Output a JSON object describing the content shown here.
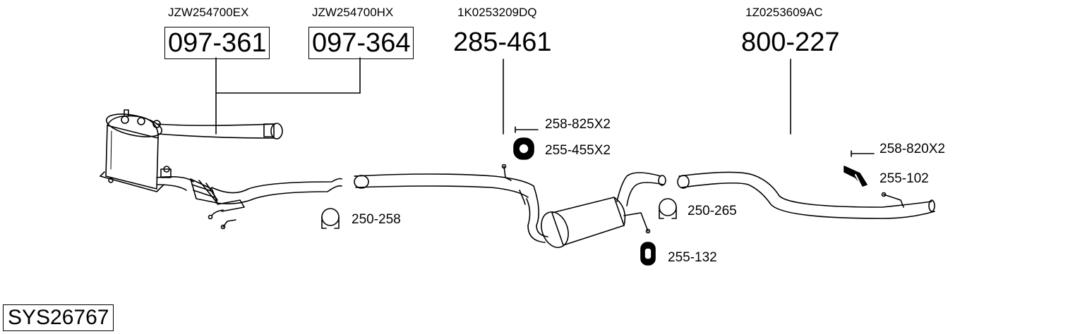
{
  "system_code": "SYS26767",
  "parts": [
    {
      "oem": "JZW254700EX",
      "number": "097-361",
      "boxed": true
    },
    {
      "oem": "JZW254700HX",
      "number": "097-364",
      "boxed": true
    },
    {
      "oem": "1K0253209DQ",
      "number": "285-461",
      "boxed": false
    },
    {
      "oem": "1Z0253609AC",
      "number": "800-227",
      "boxed": false
    }
  ],
  "accessories": [
    {
      "number": "258-825X2",
      "icon": "bolt-icon"
    },
    {
      "number": "255-455X2",
      "icon": "rubber-mount-icon"
    },
    {
      "number": "250-258",
      "icon": "pipe-clamp-icon"
    },
    {
      "number": "250-265",
      "icon": "pipe-clamp-icon"
    },
    {
      "number": "255-132",
      "icon": "rubber-hanger-icon"
    },
    {
      "number": "258-820X2",
      "icon": "bolt-icon"
    },
    {
      "number": "255-102",
      "icon": "bracket-icon"
    }
  ]
}
